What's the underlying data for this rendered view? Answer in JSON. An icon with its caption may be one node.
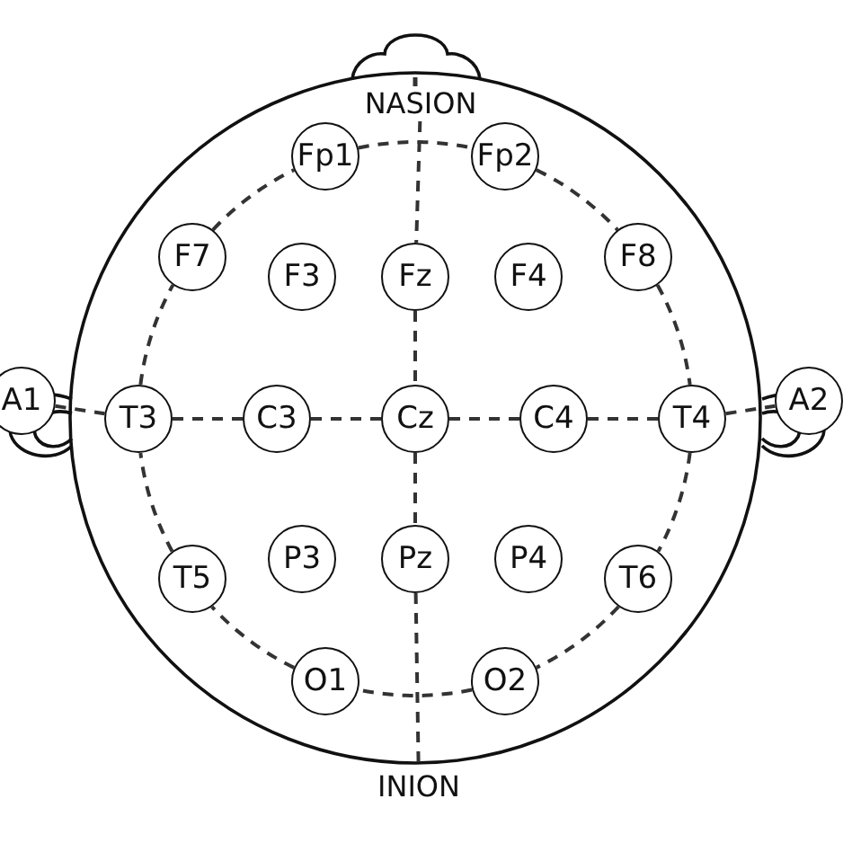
{
  "diagram": {
    "nodes": [
      {
        "text": [
          "NASION"
        ]
      },
      {
        "text": [
          "Fp1"
        ]
      },
      {
        "text": [
          "Fp2"
        ]
      },
      {
        "text": [
          "F7"
        ]
      },
      {
        "text": [
          "F3"
        ]
      },
      {
        "text": [
          "Fz"
        ]
      },
      {
        "text": [
          "F4"
        ]
      },
      {
        "text": [
          "F8"
        ]
      },
      {
        "text": [
          "A1"
        ]
      },
      {
        "text": [
          "T3"
        ]
      },
      {
        "text": [
          "C3"
        ]
      },
      {
        "text": [
          "Cz"
        ]
      },
      {
        "text": [
          "C4"
        ]
      },
      {
        "text": [
          "T4"
        ]
      },
      {
        "text": [
          "A2"
        ]
      },
      {
        "text": [
          "T5"
        ]
      },
      {
        "text": [
          "P3"
        ]
      },
      {
        "text": [
          "Pz"
        ]
      },
      {
        "text": [
          "P4"
        ]
      },
      {
        "text": [
          "T6"
        ]
      },
      {
        "text": [
          "O1"
        ]
      },
      {
        "text": [
          "O2"
        ]
      },
      {
        "text": [
          "INION"
        ]
      }
    ],
    "edges": [
      {
        "from": 0,
        "to": 5,
        "arrow": "none",
        "style": "dashed"
      },
      {
        "from": 5,
        "to": 11,
        "arrow": "none",
        "style": "dashed"
      },
      {
        "from": 11,
        "to": 17,
        "arrow": "none",
        "style": "dashed"
      },
      {
        "from": 17,
        "to": 22,
        "arrow": "none",
        "style": "dashed"
      },
      {
        "from": 8,
        "to": 9,
        "arrow": "none",
        "style": "dashed"
      },
      {
        "from": 9,
        "to": 10,
        "arrow": "none",
        "style": "dashed"
      },
      {
        "from": 10,
        "to": 11,
        "arrow": "none",
        "style": "dashed"
      },
      {
        "from": 11,
        "to": 12,
        "arrow": "none",
        "style": "dashed"
      },
      {
        "from": 12,
        "to": 13,
        "arrow": "none",
        "style": "dashed"
      },
      {
        "from": 13,
        "to": 14,
        "arrow": "none",
        "style": "dashed"
      },
      {
        "from": 1,
        "to": 2,
        "arrow": "none",
        "style": "dashed"
      },
      {
        "from": 2,
        "to": 7,
        "arrow": "none",
        "style": "dashed"
      },
      {
        "from": 7,
        "to": 13,
        "arrow": "none",
        "style": "dashed"
      },
      {
        "from": 13,
        "to": 19,
        "arrow": "none",
        "style": "dashed"
      },
      {
        "from": 19,
        "to": 21,
        "arrow": "none",
        "style": "dashed"
      },
      {
        "from": 21,
        "to": 20,
        "arrow": "none",
        "style": "dashed"
      },
      {
        "from": 20,
        "to": 15,
        "arrow": "none",
        "style": "dashed"
      },
      {
        "from": 15,
        "to": 9,
        "arrow": "none",
        "style": "dashed"
      },
      {
        "from": 9,
        "to": 3,
        "arrow": "none",
        "style": "dashed"
      },
      {
        "from": 3,
        "to": 1,
        "arrow": "none",
        "style": "dashed"
      }
    ]
  }
}
